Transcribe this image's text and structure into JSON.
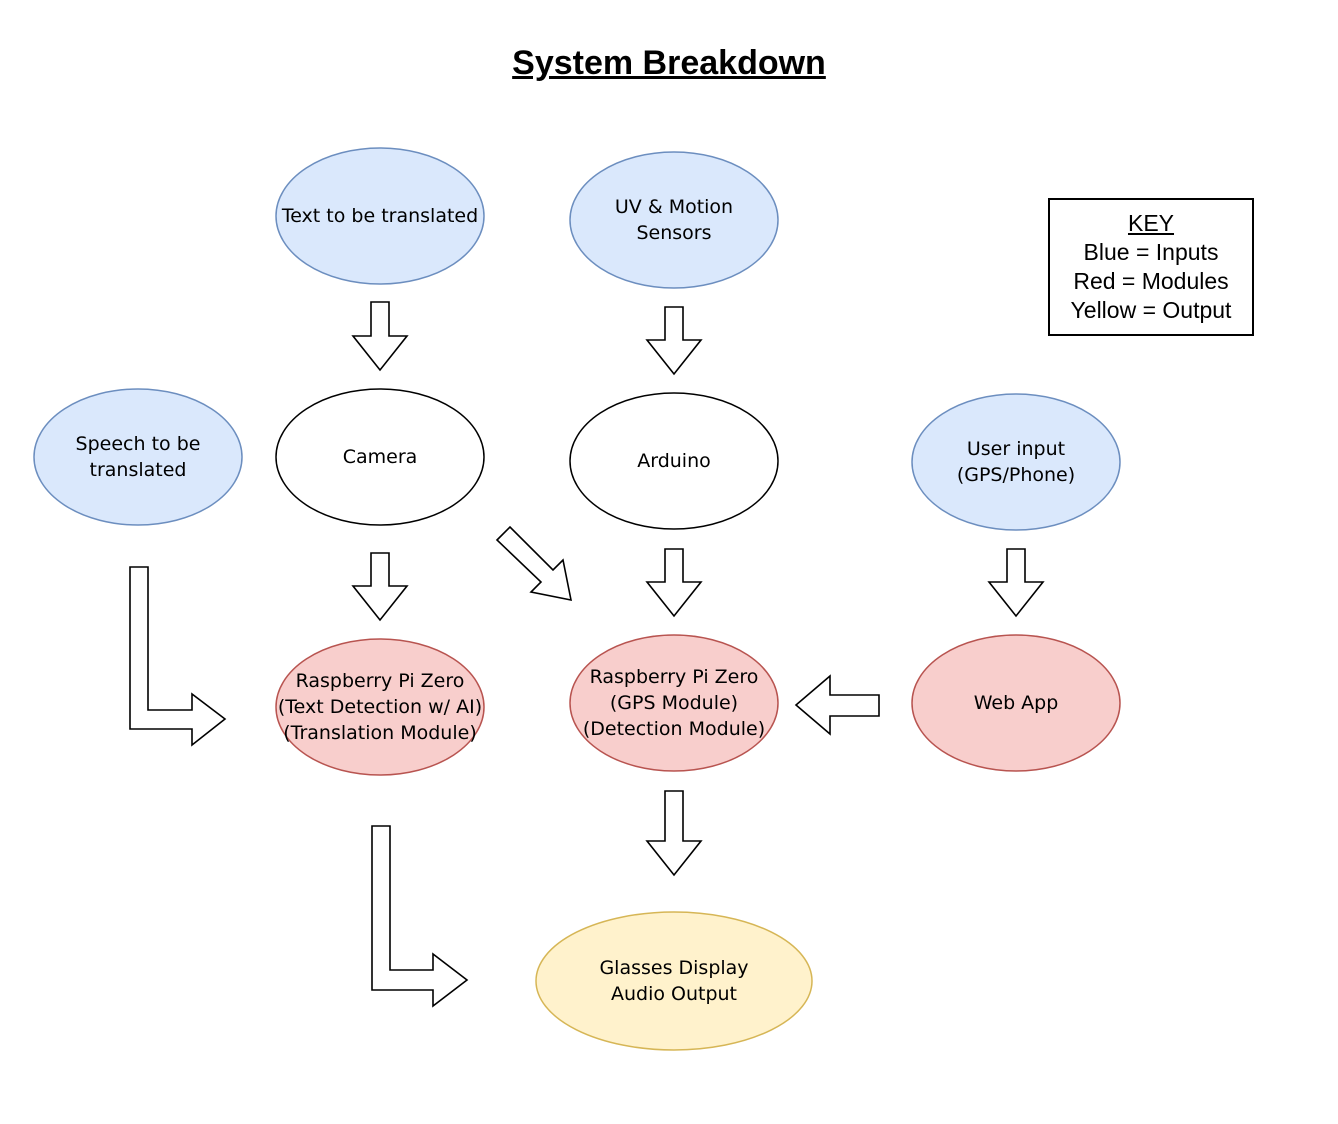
{
  "title": "System Breakdown",
  "colors": {
    "input_fill": "#dae8fc",
    "input_stroke": "#6c8ebf",
    "module_fill": "#f8cecc",
    "module_stroke": "#b85450",
    "output_fill": "#fff2cc",
    "output_stroke": "#d6b656",
    "plain_fill": "#ffffff",
    "plain_stroke": "#000000"
  },
  "nodes": {
    "text_input": "Text to be translated",
    "uv_sensors": "UV & Motion\nSensors",
    "speech_input": "Speech to be\ntranslated",
    "camera": "Camera",
    "arduino": "Arduino",
    "user_input": "User input\n(GPS/Phone)",
    "pi_translation": "Raspberry Pi Zero\n(Text Detection w/ AI)\n(Translation Module)",
    "pi_gps": "Raspberry Pi Zero\n(GPS Module)\n(Detection Module)",
    "web_app": "Web App",
    "output": "Glasses Display\nAudio Output"
  },
  "key": {
    "title": "KEY",
    "blue": "Blue = Inputs",
    "red": "Red = Modules",
    "yellow": "Yellow = Output"
  }
}
